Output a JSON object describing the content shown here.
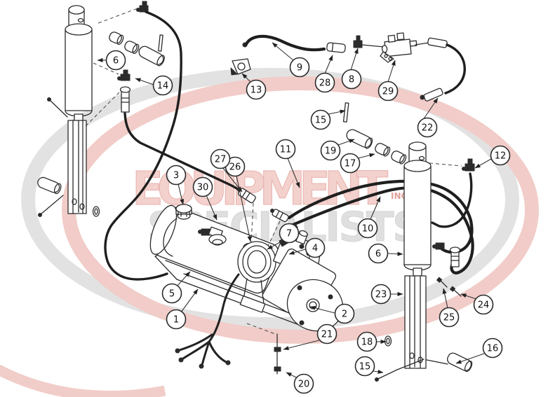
{
  "watermark": {
    "word1": "EQUIPMENT",
    "inc": "INC",
    "word2": "SPECIALISTS",
    "accent_red": "#e8a9a3",
    "accent_gray": "#d8d8d8"
  },
  "callouts": {
    "c1": "1",
    "c2": "2",
    "c3": "3",
    "c4": "4",
    "c5": "5",
    "c6_left": "6",
    "c6_right": "6",
    "c7": "7",
    "c8": "8",
    "c9": "9",
    "c10": "10",
    "c11": "11",
    "c12": "12",
    "c13": "13",
    "c14": "14",
    "c15_top": "15",
    "c15_bottom": "15",
    "c16": "16",
    "c17": "17",
    "c18": "18",
    "c19": "19",
    "c20": "20",
    "c21": "21",
    "c22": "22",
    "c23": "23",
    "c24": "24",
    "c25": "25",
    "c26": "26",
    "c27": "27",
    "c28": "28",
    "c29": "29",
    "c30": "30"
  }
}
